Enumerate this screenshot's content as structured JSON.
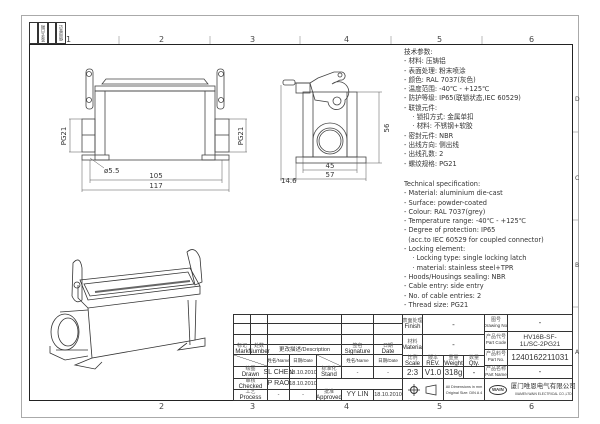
{
  "zones": [
    "1",
    "2",
    "3",
    "4",
    "5",
    "6"
  ],
  "rows": [
    "D",
    "C",
    "B",
    "A"
  ],
  "revision_strip": {
    "label_a": "签字/日期",
    "label_b": "借用登记"
  },
  "specs_cn": {
    "title": "技术参数:",
    "items": [
      "- 材料: 压铸铝",
      "- 表面处理: 粉末喷涂",
      "- 颜色: RAL 7037(灰色)",
      "- 温度范围: -40℃ - +125℃",
      "- 防护等级: IP65(联锁状态,IEC 60529)",
      "- 联锁元件:",
      "    · 锁扣方式: 金属单扣",
      "    · 材料: 不锈钢+软胶",
      "- 密封元件: NBR",
      "- 出线方向: 侧出线",
      "- 出线孔数: 2",
      "- 螺纹规格: PG21"
    ]
  },
  "specs_en": {
    "title": "Technical specification:",
    "items": [
      "- Material: aluminium die-cast",
      "- Surface: powder-coated",
      "- Colour: RAL 7037(grey)",
      "- Temperature range: -40℃ - +125℃",
      "- Degree of protection: IP65",
      "  (acc.to IEC 60529 for coupled connector)",
      "- Locking element:",
      "    · Locking type: single locking latch",
      "    · material: stainless steel+TPR",
      "- Hoods/Housings sealing: NBR",
      "- Cable entry: side entry",
      "- No. of cable entries: 2",
      "- Thread size: PG21"
    ]
  },
  "dimensions": {
    "front": {
      "thread_left": "PG21",
      "thread_right": "PG21",
      "hole": "ø5.5",
      "inner_width": "105",
      "outer_width": "117"
    },
    "side": {
      "height": "56",
      "inner_depth": "45",
      "outer_depth": "57",
      "offset": "14.6"
    }
  },
  "title_block": {
    "mark_cn": "标记",
    "mark": "Mark",
    "number_cn": "处数",
    "number": "Number",
    "description": "更改描述/Description",
    "signature_cn": "签名",
    "signature": "Signature",
    "date_cn": "日期",
    "date": "Date",
    "name_date_name": "姓名/Name",
    "name_date_date": "日期/Date",
    "drawn_cn": "绘图",
    "drawn": "Drawn",
    "drawn_name": "SL CHEN",
    "drawn_date": "18.10.2010",
    "checked_cn": "审核",
    "checked": "Checked",
    "checked_name": "P RAO",
    "checked_date": "18.10.2010",
    "process_cn": "工艺",
    "process": "Process",
    "process_name": "-",
    "process_date": "-",
    "stand_cn": "标准化",
    "stand": "Stand",
    "stand_name": "-",
    "stand_date": "-",
    "approved_cn": "批准",
    "approved": "Approved",
    "approved_name": "YY LIN",
    "approved_date": "18.10.2010",
    "finish_cn": "表面处理",
    "finish": "Finish",
    "finish_value": "-",
    "material_cn": "材料",
    "material": "Material",
    "material_value": "-",
    "scale_cn": "比例",
    "scale": "Scale",
    "scale_value": "2:3",
    "rev_cn": "版本",
    "rev": "REV.",
    "rev_value": "V1.0",
    "weight_cn": "重量",
    "weight": "Weight",
    "weight_value": "318g",
    "qty_cn": "数量",
    "qty": "Qty.",
    "qty_value": "-",
    "dims_note_1": "All Dimensions in mm",
    "dims_note_2": "Original Size: DIN A 4",
    "drawing_no_cn": "图号",
    "drawing_no": "Drawing No.",
    "drawing_no_value": "-",
    "part_code_cn": "产品代号",
    "part_code": "Part Code",
    "part_code_value": "HV16B-SF-1L/SC-2PG21",
    "part_no_cn": "产品料号",
    "part_no": "Part No.",
    "part_no_value": "1240162211031",
    "part_name_cn": "产品名称",
    "part_name": "Part Name",
    "part_name_value": "-",
    "logo_text": "WAIN",
    "company_cn": "厦门唯恩电气有限公司",
    "company_en": "XIAMEN WAIN ELECTRICAL CO.,LTD"
  }
}
